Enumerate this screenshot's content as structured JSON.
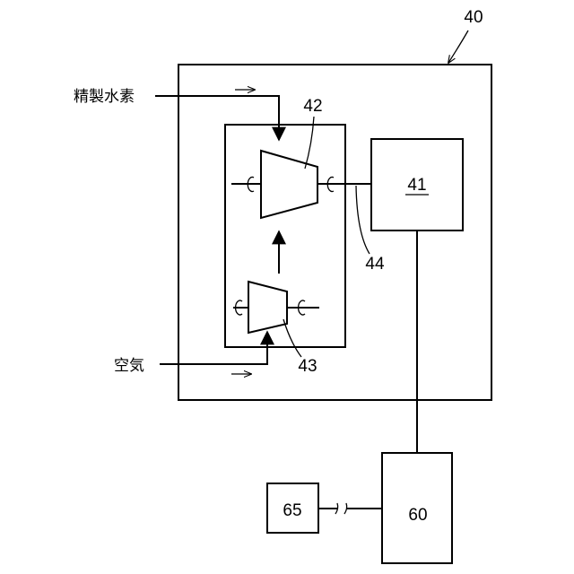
{
  "diagram": {
    "labels": {
      "system": "40",
      "fuel_cell": "41",
      "turbine": "42",
      "compressor": "43",
      "shaft": "44",
      "controller": "60",
      "device": "65"
    },
    "inputs": {
      "hydrogen": "精製水素",
      "air": "空気"
    },
    "colors": {
      "line": "#000000",
      "background": "#ffffff"
    }
  }
}
